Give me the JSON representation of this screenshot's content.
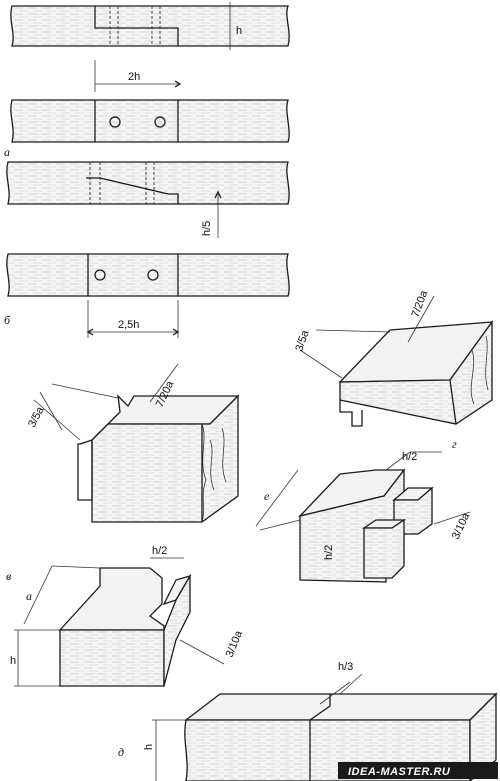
{
  "labels": {
    "dim_2h": "2h",
    "dim_h_top": "h",
    "dim_h5": "h/5",
    "dim_2_5h": "2,5h",
    "fig_a": "а",
    "fig_b": "б",
    "fig_v": "в",
    "fig_g": "г",
    "fig_d": "д",
    "v_3_5a": "3/5a",
    "v_7_20a": "7/20a",
    "g_3_5a": "3/5a",
    "g_7_20a": "7/20a",
    "e_label": "e",
    "e_h2_top": "h/2",
    "e_h2_side": "h/2",
    "e_3_10a": "3/10a",
    "v2_h2": "h/2",
    "v2_a": "a",
    "v2_h": "h",
    "v2_3_10a": "3/10a",
    "d_h3": "h/3",
    "d_h": "h"
  },
  "watermark": {
    "text": "IDEA-MASTER.RU",
    "bg_color": "#1a1a1a",
    "text_color": "#ffffff"
  }
}
